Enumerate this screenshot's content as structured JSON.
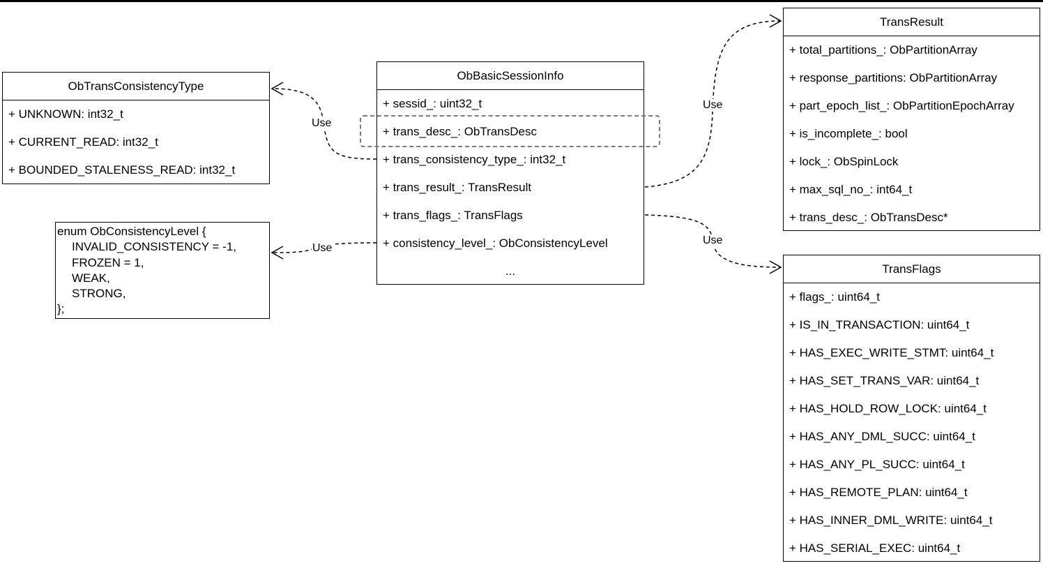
{
  "classes": {
    "consistency_type": {
      "title": "ObTransConsistencyType",
      "rows": [
        "+ UNKNOWN: int32_t",
        "+ CURRENT_READ: int32_t",
        "+ BOUNDED_STALENESS_READ: int32_t"
      ]
    },
    "session_info": {
      "title": "ObBasicSessionInfo",
      "rows": [
        "+ sessid_: uint32_t",
        "+ trans_desc_: ObTransDesc",
        "+ trans_consistency_type_: int32_t",
        "+ trans_result_: TransResult",
        "+ trans_flags_: TransFlags",
        "+ consistency_level_: ObConsistencyLevel",
        "..."
      ]
    },
    "trans_result": {
      "title": "TransResult",
      "rows": [
        "+ total_partitions_: ObPartitionArray",
        "+ response_partitions: ObPartitionArray",
        "+ part_epoch_list_: ObPartitionEpochArray",
        "+ is_incomplete_: bool",
        "+ lock_: ObSpinLock",
        "+ max_sql_no_: int64_t",
        "+ trans_desc_: ObTransDesc*"
      ]
    },
    "trans_flags": {
      "title": "TransFlags",
      "rows": [
        "+ flags_: uint64_t",
        "+ IS_IN_TRANSACTION: uint64_t",
        "+ HAS_EXEC_WRITE_STMT: uint64_t",
        "+ HAS_SET_TRANS_VAR: uint64_t",
        "+ HAS_HOLD_ROW_LOCK: uint64_t",
        "+ HAS_ANY_DML_SUCC: uint64_t",
        "+ HAS_ANY_PL_SUCC: uint64_t",
        "+ HAS_REMOTE_PLAN: uint64_t",
        "+ HAS_INNER_DML_WRITE: uint64_t",
        "+ HAS_SERIAL_EXEC: uint64_t"
      ]
    }
  },
  "enum_block": {
    "lines": [
      "enum ObConsistencyLevel {",
      "INVALID_CONSISTENCY = -1,",
      "FROZEN = 1,",
      "WEAK,",
      "STRONG,",
      "};"
    ]
  },
  "links": {
    "to_consistency_type": "Use",
    "to_consistency_level": "Use",
    "to_trans_result": "Use",
    "to_trans_flags": "Use"
  }
}
